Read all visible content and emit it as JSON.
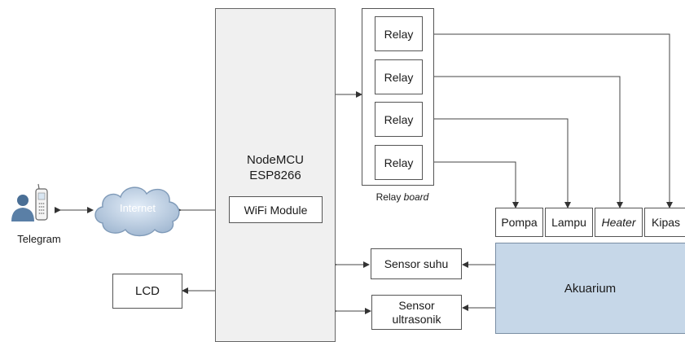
{
  "telegram": {
    "label": "Telegram",
    "icon": "user-phone-icon"
  },
  "internet": {
    "label": "Internet",
    "icon": "cloud-icon"
  },
  "nodemcu": {
    "line1": "NodeMCU",
    "line2": "ESP8266",
    "wifi_module": "WiFi Module"
  },
  "lcd": {
    "label": "LCD"
  },
  "relay_board": {
    "label_prefix": "Relay ",
    "label_italic": "board",
    "relays": [
      "Relay",
      "Relay",
      "Relay",
      "Relay"
    ]
  },
  "outputs": {
    "pompa": "Pompa",
    "lampu": "Lampu",
    "heater": "Heater",
    "kipas": "Kipas"
  },
  "sensors": {
    "suhu": "Sensor suhu",
    "ultrasonik_line1": "Sensor",
    "ultrasonik_line2": "ultrasonik"
  },
  "akuarium": {
    "label": "Akuarium"
  },
  "colors": {
    "nodemcu_fill": "#f0f0f0",
    "akuarium_fill": "#c6d7e8",
    "line": "#444444"
  }
}
